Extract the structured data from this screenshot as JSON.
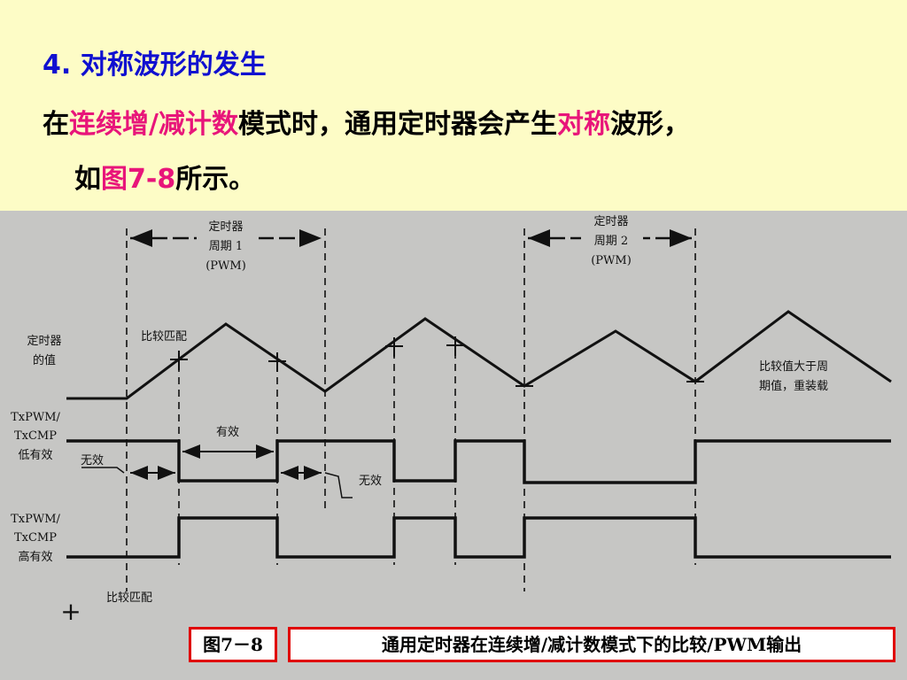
{
  "heading": "4. 对称波形的发生",
  "paragraph": {
    "p1": "在",
    "h1": "连续增/减计数",
    "p2": "模式时，通用定时器会产生",
    "h2": "对称",
    "p3": "波形，",
    "p4": "如",
    "h3": "图7-8",
    "p5": "所示。"
  },
  "figure": {
    "period1": [
      "定时器",
      "周期 1",
      "(PWM)"
    ],
    "period2": [
      "定时器",
      "周期 2",
      "(PWM)"
    ],
    "timer_value": [
      "定时器",
      "的值"
    ],
    "compare_match_top": "比较匹配",
    "low_active": [
      "TxPWM/",
      "TxCMP",
      "低有效"
    ],
    "high_active": [
      "TxPWM/",
      "TxCMP",
      "高有效"
    ],
    "active_label": "有效",
    "inactive_label_1": "无效",
    "inactive_label_2": "无效",
    "reload_note": [
      "比较值大于周",
      "期值，重装载"
    ],
    "legend_symbol": "+",
    "legend_text": "比较匹配"
  },
  "caption": {
    "number": "图7－8",
    "text": "通用定时器在连续增/减计数模式下的比较/PWM输出"
  }
}
